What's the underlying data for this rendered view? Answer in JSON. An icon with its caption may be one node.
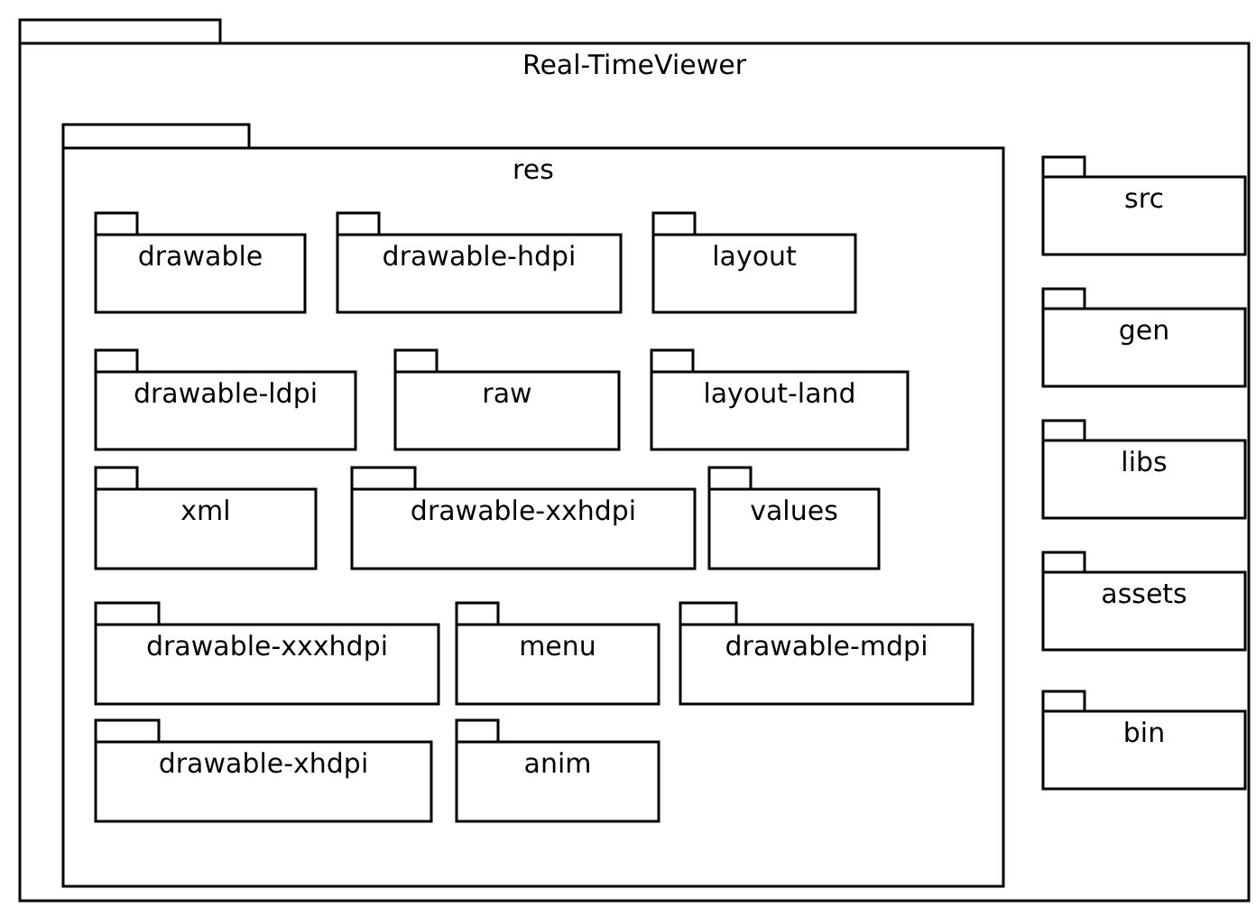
{
  "diagram": {
    "nodes": [
      {
        "text": [
          "Real-TimeViewer"
        ]
      },
      {
        "text": [
          "res"
        ],
        "in": 0
      },
      {
        "text": [
          "drawable"
        ],
        "in": 1
      },
      {
        "text": [
          "drawable-hdpi"
        ],
        "in": 1
      },
      {
        "text": [
          "layout"
        ],
        "in": 1
      },
      {
        "text": [
          "drawable-ldpi"
        ],
        "in": 1
      },
      {
        "text": [
          "raw"
        ],
        "in": 1
      },
      {
        "text": [
          "layout-land"
        ],
        "in": 1
      },
      {
        "text": [
          "xml"
        ],
        "in": 1
      },
      {
        "text": [
          "drawable-xxhdpi"
        ],
        "in": 1
      },
      {
        "text": [
          "values"
        ],
        "in": 1
      },
      {
        "text": [
          "drawable-xxxhdpi"
        ],
        "in": 1
      },
      {
        "text": [
          "menu"
        ],
        "in": 1
      },
      {
        "text": [
          "drawable-mdpi"
        ],
        "in": 1
      },
      {
        "text": [
          "drawable-xhdpi"
        ],
        "in": 1
      },
      {
        "text": [
          "anim"
        ],
        "in": 1
      },
      {
        "text": [
          "src"
        ],
        "in": 0
      },
      {
        "text": [
          "gen"
        ],
        "in": 0
      },
      {
        "text": [
          "libs"
        ],
        "in": 0
      },
      {
        "text": [
          "assets"
        ],
        "in": 0
      },
      {
        "text": [
          "bin"
        ],
        "in": 0
      }
    ]
  }
}
